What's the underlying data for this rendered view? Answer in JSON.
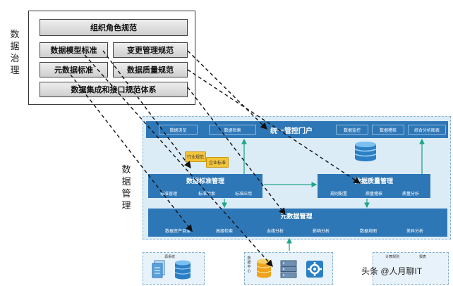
{
  "governance": {
    "side_label": "数据治理",
    "items": {
      "org_roles": "组织角色规范",
      "data_model": "数据模型标准",
      "change_mgmt": "变更管理规范",
      "metadata_std": "元数据标准",
      "data_quality": "数据质量规范",
      "integration": "数据集成和接口规范体系"
    }
  },
  "management": {
    "side_label": "数据管理",
    "portal": {
      "title": "统一管控门户",
      "chips": [
        "数据浏览",
        "数据检索",
        "数据监控",
        "数据稽核",
        "综合分析图表"
      ]
    },
    "folders": [
      "行业规范",
      "企业标准"
    ],
    "std_mgmt": {
      "title": "数据标准管理",
      "subs": [
        "标准管理",
        "标准检索",
        "标准应用"
      ]
    },
    "quality_mgmt": {
      "title": "数据质量管理",
      "subs": [
        "规则配置",
        "质量稽核",
        "质量分析"
      ]
    },
    "meta_mgmt": {
      "title": "元数据管理",
      "subs": [
        "数据资产目录",
        "高级检索",
        "血缘分析",
        "影响分析",
        "数据地图",
        "差异分析"
      ]
    }
  },
  "bottom": {
    "source_label": "源系统",
    "center_label": "数据中心",
    "calc_label": "计算规则",
    "report_label": "报表"
  },
  "watermark": "头条 @人月聊IT",
  "colors": {
    "bar_blue": "#2e77b7",
    "panel_bg": "#dcecf7",
    "folder_yellow": "#f3c43a"
  }
}
